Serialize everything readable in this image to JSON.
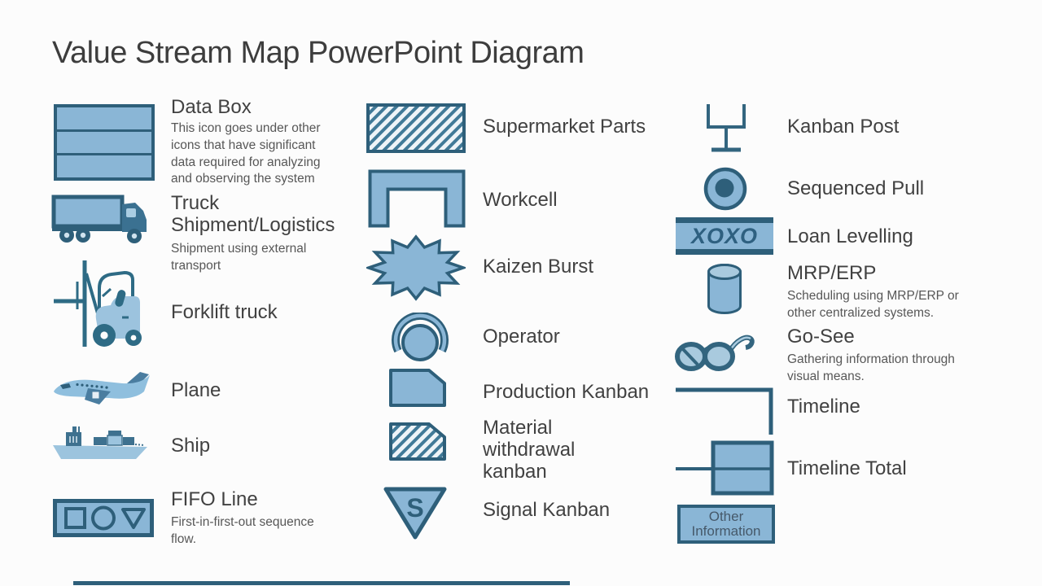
{
  "title": "Value Stream Map PowerPoint Diagram",
  "colors": {
    "icon_fill_light": "#8ab6d6",
    "icon_stroke_dark": "#2e5f7a",
    "title_text": "#3d3d3d",
    "body_text": "#575757",
    "footer_bar": "#2e5f7a",
    "background": "#fcfcfc"
  },
  "col1": {
    "data_box": {
      "label": "Data Box",
      "desc": "This icon goes under other icons that have significant data required for analyzing and observing the system"
    },
    "truck": {
      "label": "Truck Shipment/Logistics",
      "desc": "Shipment using external transport"
    },
    "forklift": {
      "label": "Forklift truck"
    },
    "plane": {
      "label": "Plane"
    },
    "ship": {
      "label": "Ship"
    },
    "fifo": {
      "label": "FIFO Line",
      "desc": "First-in-first-out sequence flow."
    }
  },
  "col2": {
    "supermarket": {
      "label": "Supermarket Parts"
    },
    "workcell": {
      "label": "Workcell"
    },
    "kaizen": {
      "label": "Kaizen Burst"
    },
    "operator": {
      "label": "Operator"
    },
    "production_kanban": {
      "label": "Production Kanban"
    },
    "material_kanban": {
      "label": "Material withdrawal kanban"
    },
    "signal_kanban": {
      "label": "Signal Kanban",
      "glyph": "S"
    }
  },
  "col3": {
    "kanban_post": {
      "label": "Kanban Post"
    },
    "sequenced_pull": {
      "label": "Sequenced Pull"
    },
    "loan_levelling": {
      "label": "Loan Levelling",
      "glyph": "XOXO"
    },
    "mrp_erp": {
      "label": "MRP/ERP",
      "desc": "Scheduling using MRP/ERP or other centralized systems."
    },
    "go_see": {
      "label": "Go-See",
      "desc": "Gathering information through visual means."
    },
    "timeline": {
      "label": "Timeline"
    },
    "timeline_total": {
      "label": "Timeline Total"
    },
    "other_information": {
      "box_text": "Other Information"
    }
  }
}
